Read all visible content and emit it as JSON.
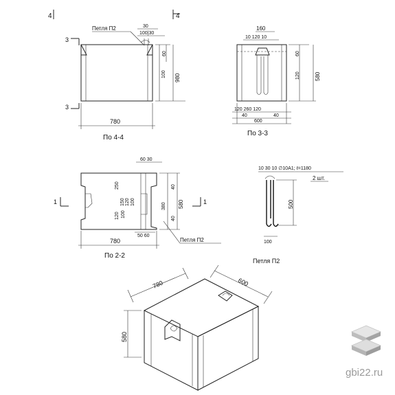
{
  "section_marks": {
    "left_top": "4",
    "right_top": "4",
    "s3_top": "3",
    "s3_bot": "3",
    "s1_left": "1",
    "s1_right": "1"
  },
  "view_top_left": {
    "caption": "По 4-4",
    "loop_label": "Петля П2",
    "dim_30": "30",
    "dim_100_30": "100|30",
    "dim_60": "60",
    "dim_100_inner": "100",
    "dim_height": "980",
    "dim_width": "780"
  },
  "view_top_right": {
    "caption": "По 3-3",
    "dim_160": "160",
    "dim_top_row": "10 120 10",
    "dim_side_60": "60",
    "dim_side_120": "120",
    "dim_side_580": "580",
    "dim_bot_row": "120   260   120",
    "dim_bot_sub_left": "40",
    "dim_bot_sub_right": "40",
    "dim_bot_total": "600"
  },
  "view_mid_left": {
    "caption": "По 2-2",
    "loop_label": "Петля П2",
    "dim_top": "60 30",
    "dim_250": "250",
    "dim_150": "150",
    "dim_120a": "120",
    "dim_120b": "120",
    "dim_100a": "100",
    "dim_100b": "100",
    "dim_40a": "40",
    "dim_40b": "40",
    "dim_380": "380",
    "dim_height": "580",
    "dim_bot": "50 60",
    "dim_width": "780"
  },
  "view_loop": {
    "caption": "Петля П2",
    "spec": "10 30 10  ∅10A1; ℓ=1180",
    "qty": "2 шт.",
    "dim_500": "500",
    "dim_bot": "100"
  },
  "view_iso": {
    "dim_780": "780",
    "dim_600": "600",
    "dim_580": "580"
  },
  "watermark": {
    "site": "gbi22.ru",
    "logo": "gbi-logo-icon"
  }
}
